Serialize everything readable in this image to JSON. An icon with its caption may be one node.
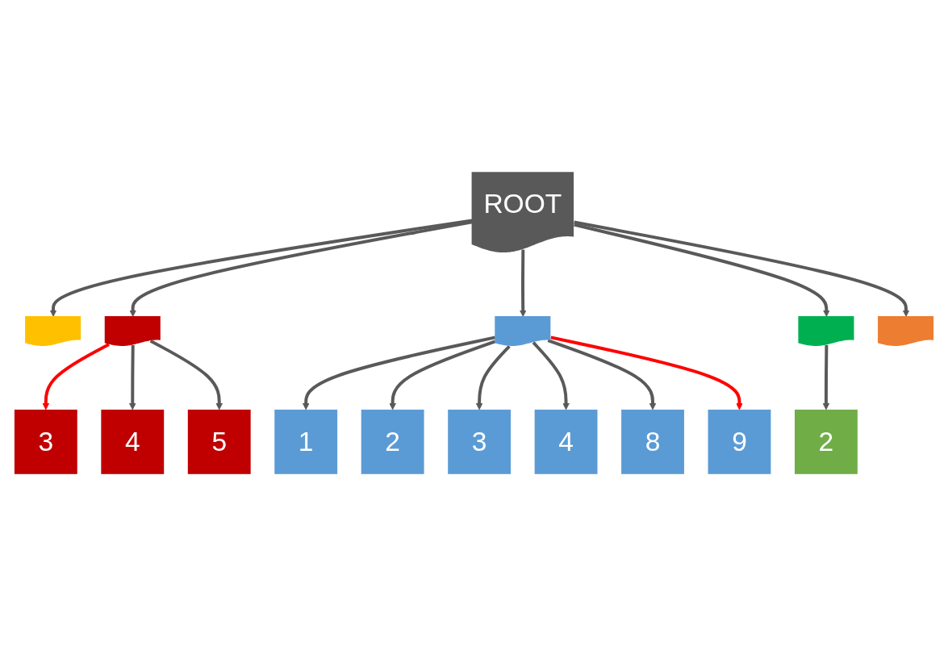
{
  "diagram": {
    "nodes": [
      {
        "text": [
          "ROOT"
        ]
      },
      {
        "text": [],
        "shape": "document"
      },
      {
        "text": [],
        "shape": "document"
      },
      {
        "text": [],
        "shape": "document"
      },
      {
        "text": [],
        "shape": "document"
      },
      {
        "text": [],
        "shape": "document"
      },
      {
        "text": [
          "2"
        ]
      },
      {
        "text": [
          "3"
        ]
      },
      {
        "text": [
          "4"
        ]
      },
      {
        "text": [
          "5"
        ]
      },
      {
        "text": [
          "1"
        ]
      },
      {
        "text": [
          "2"
        ]
      },
      {
        "text": [
          "3"
        ]
      },
      {
        "text": [
          "4"
        ]
      },
      {
        "text": [
          "8"
        ]
      },
      {
        "text": [
          "9"
        ]
      }
    ],
    "edges": [
      {
        "from": 0,
        "to": 1,
        "arrow": "to"
      },
      {
        "from": 0,
        "to": 2,
        "arrow": "to"
      },
      {
        "from": 0,
        "to": 3,
        "arrow": "to"
      },
      {
        "from": 0,
        "to": 4,
        "arrow": "to"
      },
      {
        "from": 0,
        "to": 5,
        "arrow": "to"
      },
      {
        "from": 4,
        "to": 6,
        "arrow": "to"
      },
      {
        "from": 2,
        "to": 7,
        "arrow": "to",
        "color": "#ff0000"
      },
      {
        "from": 2,
        "to": 8,
        "arrow": "to"
      },
      {
        "from": 2,
        "to": 9,
        "arrow": "to"
      },
      {
        "from": 3,
        "to": 10,
        "arrow": "to"
      },
      {
        "from": 3,
        "to": 11,
        "arrow": "to"
      },
      {
        "from": 3,
        "to": 12,
        "arrow": "to"
      },
      {
        "from": 3,
        "to": 13,
        "arrow": "to"
      },
      {
        "from": 3,
        "to": 14,
        "arrow": "to"
      },
      {
        "from": 3,
        "to": 15,
        "arrow": "to",
        "color": "#ff0000"
      }
    ]
  }
}
